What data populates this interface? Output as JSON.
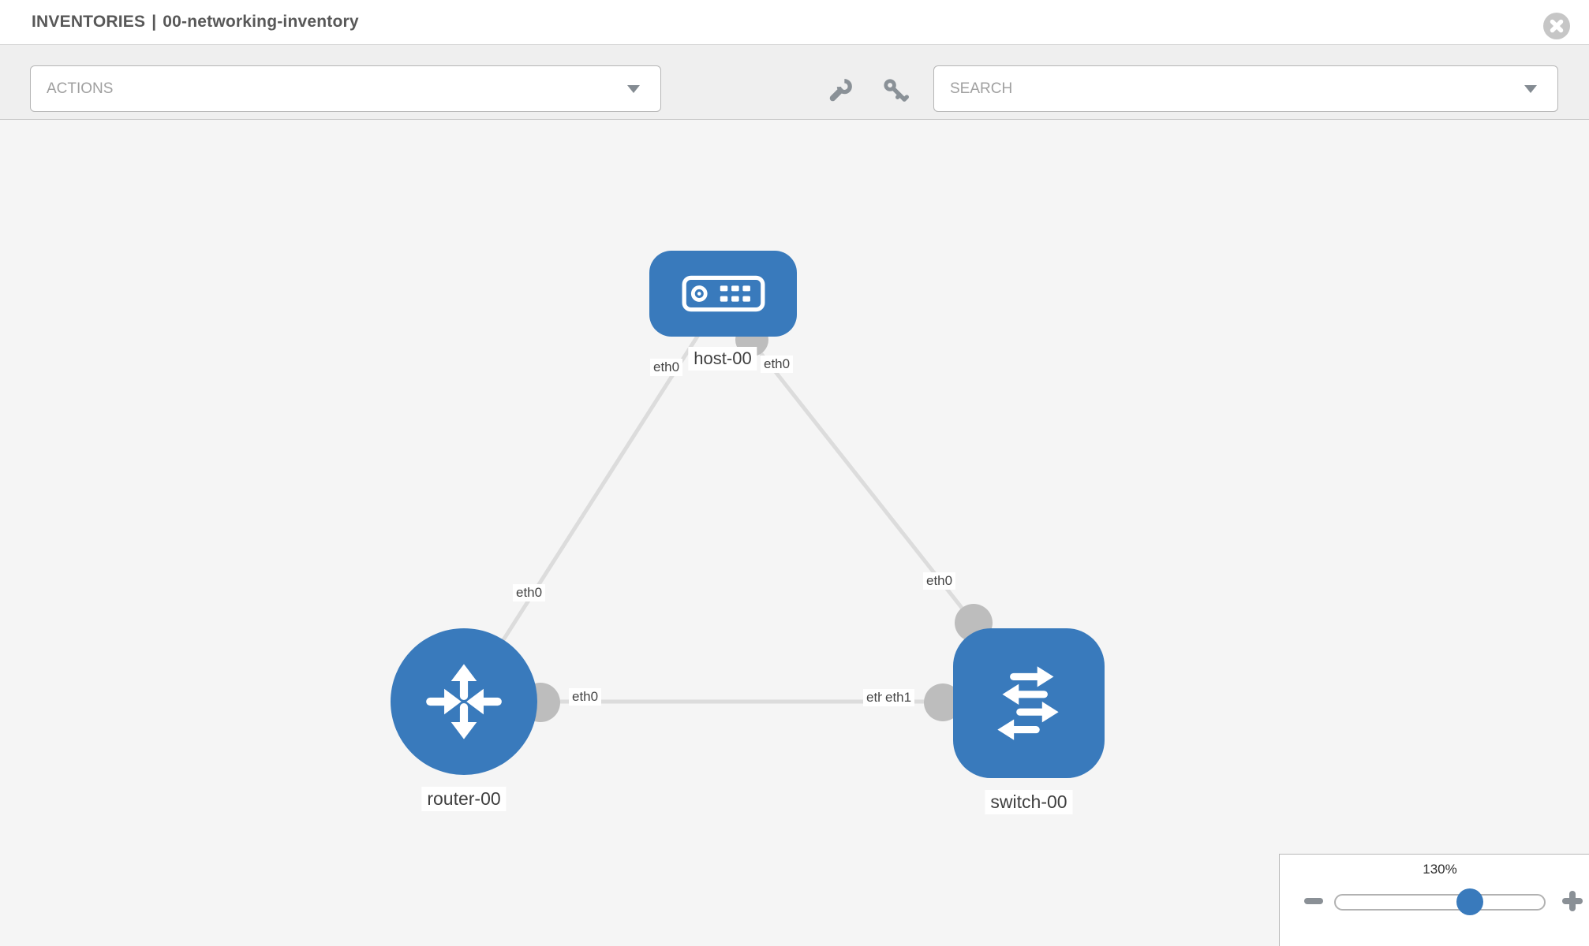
{
  "header": {
    "section": "INVENTORIES",
    "separator": "|",
    "inventory_name": "00-networking-inventory"
  },
  "toolbar": {
    "actions": {
      "placeholder": "ACTIONS"
    },
    "search": {
      "placeholder": "SEARCH"
    }
  },
  "topology": {
    "nodes": [
      {
        "name": "host-00",
        "type": "host"
      },
      {
        "name": "router-00",
        "type": "router"
      },
      {
        "name": "switch-00",
        "type": "switch"
      }
    ],
    "links": [
      {
        "source": "host-00",
        "source_interface": "eth0",
        "target": "router-00",
        "target_interface": "eth0"
      },
      {
        "source": "host-00",
        "source_interface": "eth0",
        "target": "switch-00",
        "target_interface": "eth0"
      },
      {
        "source": "router-00",
        "source_interface": "eth0",
        "target": "switch-00",
        "target_interface": "eth1"
      }
    ],
    "labels": {
      "host": "host-00",
      "router": "router-00",
      "switch": "switch-00",
      "host_if_left": "eth0",
      "host_if_right": "eth0",
      "link_router_if": "eth0",
      "link_switch_if": "eth0",
      "mid_router_if": "eth0",
      "mid_switch_if_under": "eth0",
      "mid_switch_if": "eth1"
    }
  },
  "zoom_control": {
    "level": "130%"
  },
  "colors": {
    "node_blue": "#397abc",
    "link_gray": "#dcdcdc",
    "connector_gray": "#bdbdbd",
    "canvas_bg": "#f5f5f5",
    "toolbar_bg": "#efefef"
  }
}
